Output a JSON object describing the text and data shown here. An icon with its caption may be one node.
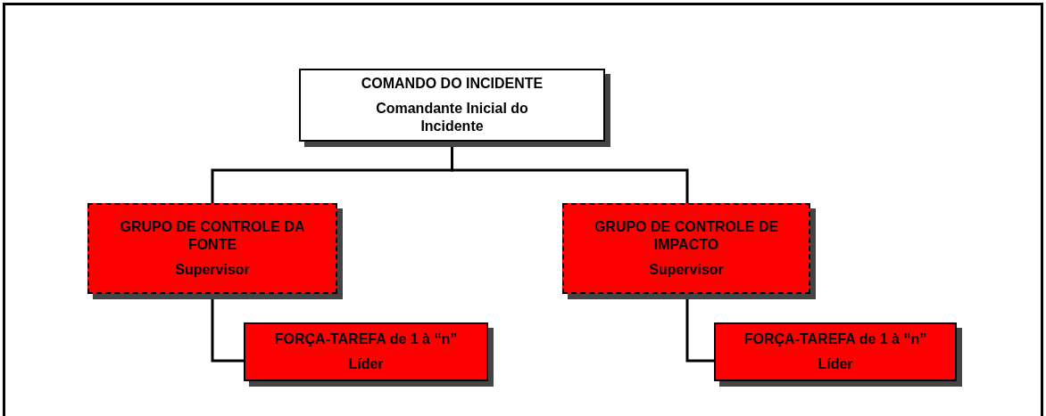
{
  "diagram": {
    "nodes": [
      {
        "text": [
          "COMANDO DO INCIDENTE",
          "Comandante Inicial do Incidente"
        ]
      },
      {
        "text": [
          "GRUPO DE CONTROLE DA FONTE",
          "Supervisor"
        ]
      },
      {
        "text": [
          "GRUPO DE CONTROLE DE IMPACTO",
          "Supervisor"
        ]
      },
      {
        "text": [
          "FORÇA-TAREFA de 1 à “n”",
          "Líder"
        ]
      },
      {
        "text": [
          "FORÇA-TAREFA de 1 à “n”",
          "Líder"
        ]
      }
    ],
    "edges": [
      {
        "from": 0,
        "to": 1,
        "arrow": "none"
      },
      {
        "from": 0,
        "to": 2,
        "arrow": "none"
      },
      {
        "from": 1,
        "to": 3,
        "arrow": "none"
      },
      {
        "from": 2,
        "to": 4,
        "arrow": "none"
      }
    ]
  }
}
